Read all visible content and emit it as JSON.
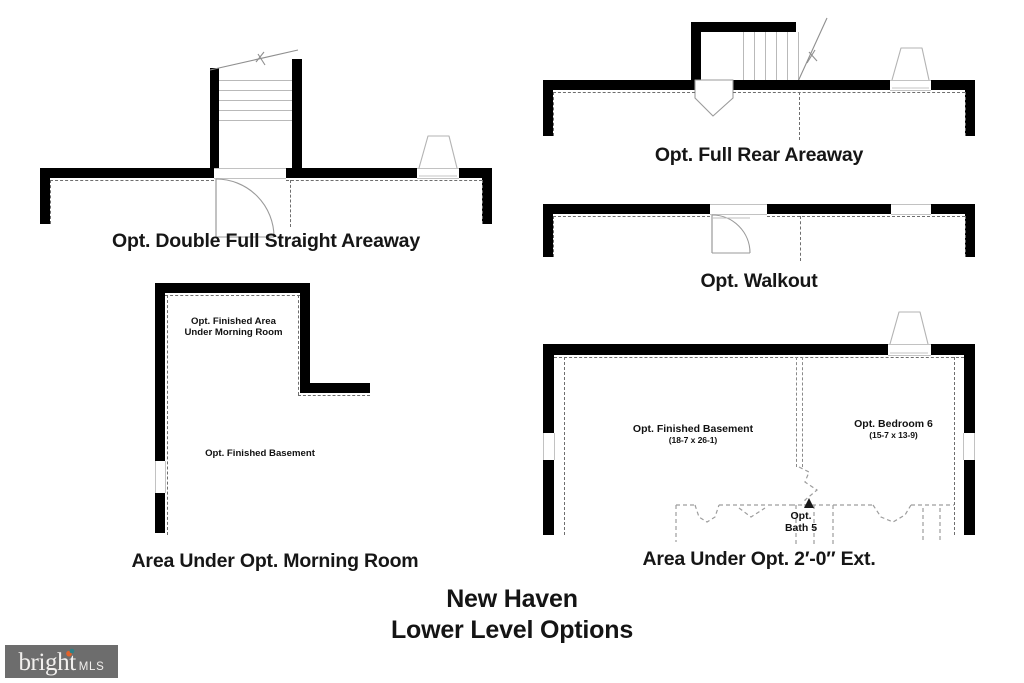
{
  "document": {
    "type": "architectural-floor-plan",
    "title_line1": "New Haven",
    "title_line2": "Lower Level Options"
  },
  "colors": {
    "wall": "#000000",
    "dashed_line": "#6e6e6e",
    "thin_line": "#b9b9b9",
    "text": "#111111",
    "background": "#ffffff",
    "watermark_bg": "#6d6d6d",
    "watermark_text": "#f2f0ee",
    "watermark_accent_orange": "#e2622a",
    "watermark_accent_teal": "#2f7f86"
  },
  "plans": [
    {
      "id": "double-full-straight-areaway",
      "caption": "Opt. Double Full Straight Areaway",
      "labels": []
    },
    {
      "id": "full-rear-areaway",
      "caption": "Opt. Full Rear Areaway",
      "labels": []
    },
    {
      "id": "walkout",
      "caption": "Opt. Walkout",
      "labels": []
    },
    {
      "id": "area-under-morning-room",
      "caption": "Area Under Opt. Morning Room",
      "labels": [
        {
          "name": "Opt. Finished Area",
          "name2": "Under Morning Room",
          "dims": ""
        },
        {
          "name": "Opt. Finished Basement",
          "dims": ""
        }
      ]
    },
    {
      "id": "area-under-2-0-ext",
      "caption": "Area Under Opt. 2′-0″ Ext.",
      "labels": [
        {
          "name": "Opt. Finished Basement",
          "dims": "(18-7 x 26-1)"
        },
        {
          "name": "Opt. Bedroom 6",
          "dims": "(15-7 x 13-9)"
        },
        {
          "name": "Opt.",
          "name2": "Bath 5",
          "dims": ""
        }
      ]
    }
  ],
  "watermark": {
    "brand": "bright",
    "suffix": "MLS"
  }
}
